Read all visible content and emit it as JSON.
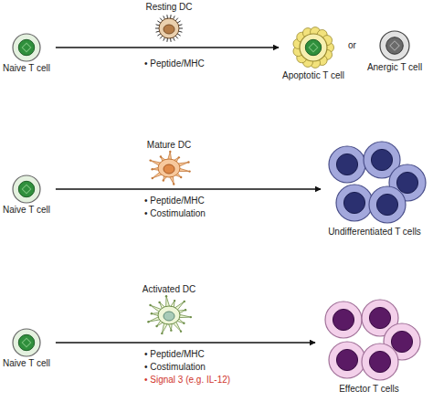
{
  "diagram": {
    "nodes": [
      {
        "text": [
          "Naive T cell"
        ]
      },
      {
        "text": [
          "Resting DC"
        ]
      },
      {
        "text": [
          "Apoptotic T cell"
        ]
      },
      {
        "text": [
          "Anergic T cell"
        ]
      },
      {
        "text": [
          "Naive T cell"
        ]
      },
      {
        "text": [
          "Mature DC"
        ]
      },
      {
        "text": [
          "Undifferentiated T cells"
        ]
      },
      {
        "text": [
          "Naive T cell"
        ]
      },
      {
        "text": [
          "Activated DC"
        ]
      },
      {
        "text": [
          "Effector T cells"
        ]
      }
    ],
    "edges": [
      {
        "from": 0,
        "to": 2,
        "arrow": "to"
      },
      {
        "from": 4,
        "to": 6,
        "arrow": "to"
      },
      {
        "from": 7,
        "to": 9,
        "arrow": "to"
      }
    ],
    "labels": [
      "or",
      "• Peptide/MHC",
      "• Peptide/MHC",
      "• Costimulation",
      "• Peptide/MHC",
      "• Costimulation",
      "• Signal 3 (e.g. IL-12)"
    ]
  }
}
